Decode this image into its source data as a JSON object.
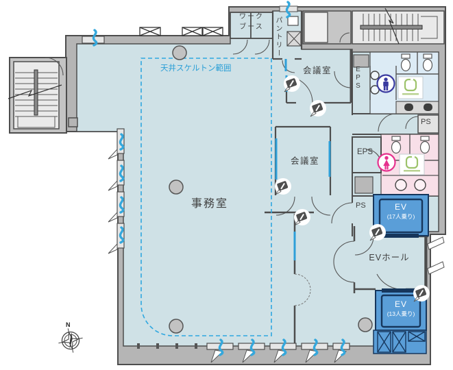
{
  "floor_plan": {
    "rooms": {
      "office": "事務室",
      "meeting_room_upper": "会議室",
      "meeting_room_lower": "会議室",
      "ev_hall": "EVホール",
      "pantry": "パントリー",
      "work_booth_line1": "ワーク",
      "work_booth_line2": "ブース",
      "eps_upper": "EPS",
      "eps_lower": "EPS",
      "ps_upper": "PS",
      "ps_lower": "PS"
    },
    "elevators": {
      "ev1_label": "EV",
      "ev1_capacity": "(17人乗り)",
      "ev2_label": "EV",
      "ev2_capacity": "(13人乗り)"
    },
    "annotations": {
      "ceiling_note": "天井スケルトン範囲",
      "compass_north": "N"
    },
    "colors": {
      "floor": "#cfe1e6",
      "walls": "#b5b5b5",
      "wall_stroke": "#4d4d4d",
      "elevator": "#5a9ed8",
      "elevator_stroke": "#16365c",
      "womens_room": "#f8dfe8",
      "mens_room": "#dcebf5",
      "glass_partition": "#2e9fd8",
      "ceiling_dash": "#2ea7e0",
      "window_vent": "#35a8dc",
      "mens_icon": "#3a3aa0",
      "womens_icon": "#e6318e",
      "brand_sign_green": "#9dc36b"
    },
    "icon_names": [
      "security-camera-icon",
      "window-vent-icon",
      "mens-restroom-icon",
      "womens-restroom-icon",
      "brand-sign-icon",
      "compass-icon",
      "toilet-fixture-icon",
      "urinal-icon",
      "basin-icon"
    ]
  }
}
